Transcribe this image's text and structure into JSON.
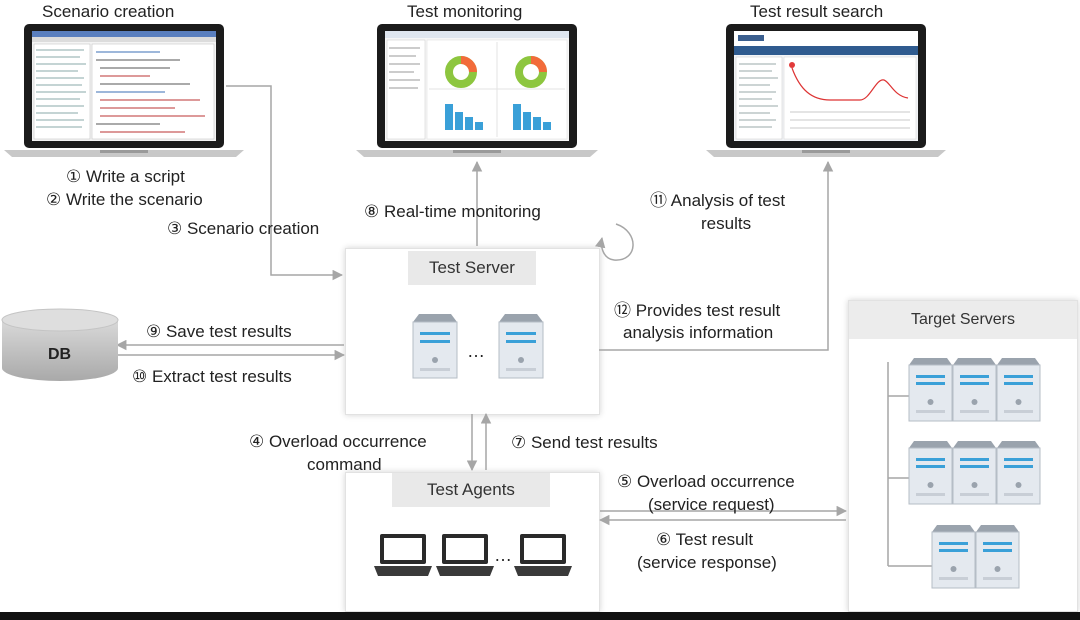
{
  "top": {
    "scenario_creation": "Scenario creation",
    "test_monitoring": "Test monitoring",
    "test_result_search": "Test result search"
  },
  "steps": {
    "s1": "① Write a script",
    "s2": "② Write the scenario",
    "s3": "③ Scenario creation",
    "s4_line1": "④ Overload occurrence",
    "s4_line2": "command",
    "s5_line1": "⑤ Overload occurrence",
    "s5_line2": "(service request)",
    "s6_line1": "⑥ Test result",
    "s6_line2": "(service response)",
    "s7": "⑦ Send test results",
    "s8": "⑧ Real-time monitoring",
    "s9": "⑨ Save test results",
    "s10": "⑩ Extract test results",
    "s11_line1": "⑪ Analysis of test",
    "s11_line2": "results",
    "s12_line1": "⑫ Provides test result",
    "s12_line2": "analysis information"
  },
  "boxes": {
    "test_server": "Test Server",
    "test_agents": "Test Agents",
    "target_servers": "Target Servers",
    "db": "DB",
    "ellipsis": "…"
  },
  "colors": {
    "server_body": "#e3e8ee",
    "server_stripe": "#3aa0d8",
    "arrow": "#a6a6a6",
    "box_header": "#e9e9e9"
  }
}
